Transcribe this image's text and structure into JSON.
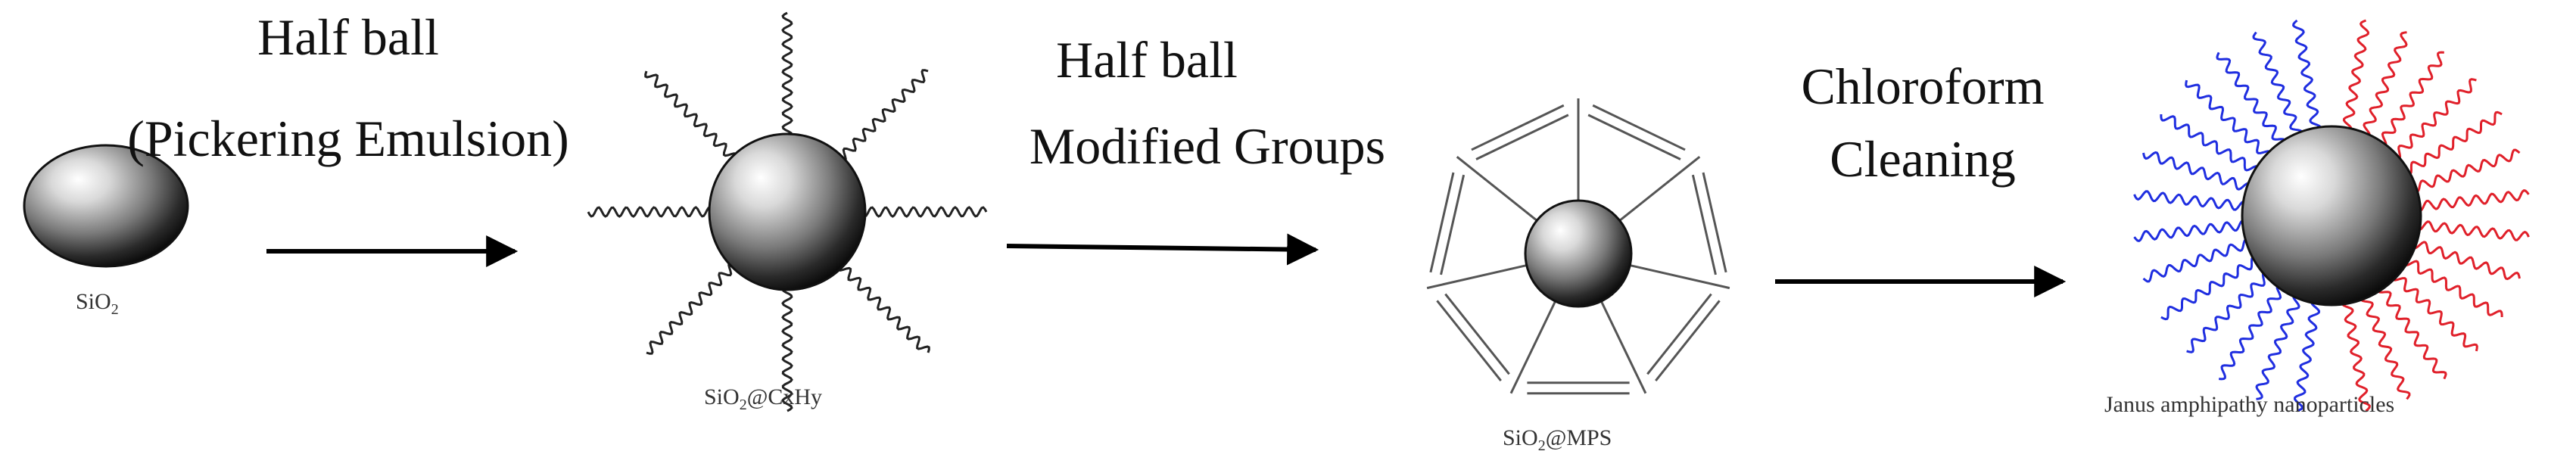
{
  "steps": [
    {
      "line1": "Half ball",
      "line2": "(Pickering Emulsion)"
    },
    {
      "line1": "Half ball",
      "line2": "Modified Groups"
    },
    {
      "line1": "Chloroform",
      "line2": "Cleaning"
    }
  ],
  "particles": {
    "p1": {
      "caption_main": "SiO",
      "caption_sub": "2",
      "caption_rest": ""
    },
    "p2": {
      "caption_main": "SiO",
      "caption_sub": "2",
      "caption_rest": "@CxHy"
    },
    "p3": {
      "caption_main": "SiO",
      "caption_sub": "2",
      "caption_rest": "@MPS"
    },
    "p4": {
      "caption_main": "Janus amphipathy nanoparticles"
    }
  },
  "colors": {
    "arrow": "#000000",
    "chain_dark": "#222222",
    "chain_blue": "#1f2ee0",
    "chain_red": "#e0202a",
    "mps_lines": "#555555"
  }
}
